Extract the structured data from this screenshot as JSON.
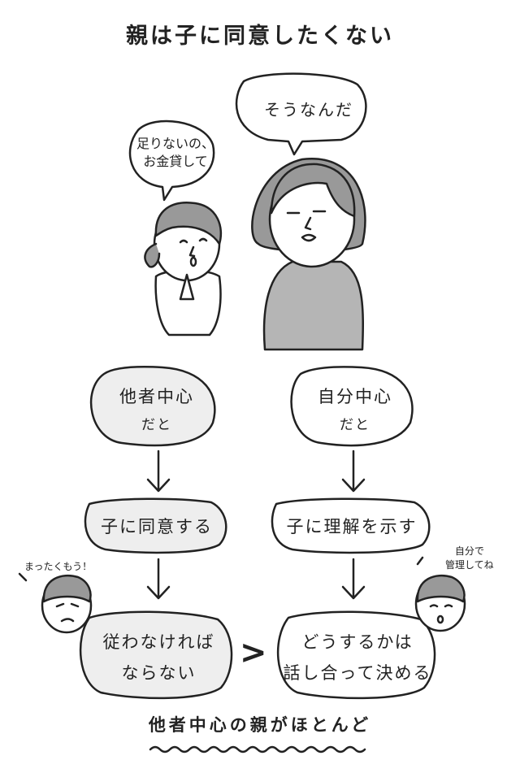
{
  "title": "親は子に同意したくない",
  "bubbles": {
    "child_line1": "足りないの、",
    "child_line2": "お金貸して",
    "parent": "そうなんだ"
  },
  "left": {
    "oval_line1": "他者中心",
    "oval_line2": "だと",
    "middle": "子に同意する",
    "bottom_line1": "従わなければ",
    "bottom_line2": "ならない",
    "comment": "まったくもう！"
  },
  "right": {
    "oval_line1": "自分中心",
    "oval_line2": "だと",
    "middle": "子に理解を示す",
    "bottom_line1": "どうするかは",
    "bottom_line2": "話し合って決める",
    "comment_line1": "自分で",
    "comment_line2": "管理してね"
  },
  "compare_symbol": ">",
  "footer": "他者中心の親がほとんど",
  "colors": {
    "gray_fill": "#eeeeee",
    "shirt": "#b5b5b5",
    "hair": "#999999",
    "ink": "#222222"
  }
}
